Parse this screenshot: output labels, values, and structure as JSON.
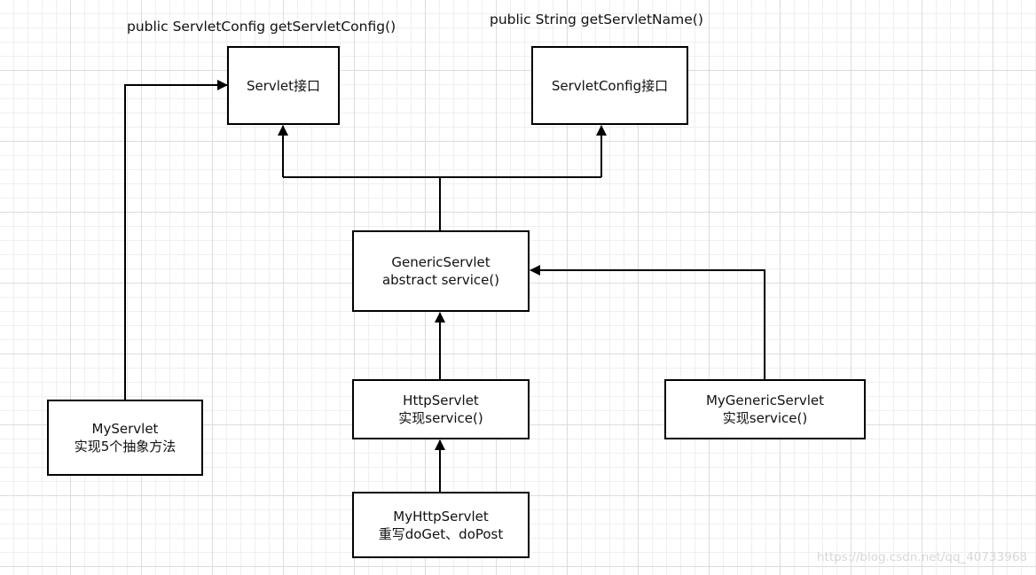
{
  "diagram": {
    "signatures": {
      "servlet": "public ServletConfig getServletConfig()",
      "servletconfig": "public String getServletName()"
    },
    "nodes": {
      "servlet": {
        "line1": "Servlet接口"
      },
      "servletconfig": {
        "line1": "ServletConfig接口"
      },
      "genericservlet": {
        "line1": "GenericServlet",
        "line2": "abstract service()"
      },
      "httpservlet": {
        "line1": "HttpServlet",
        "line2": "实现service()"
      },
      "mygenericservlet": {
        "line1": "MyGenericServlet",
        "line2": "实现service()"
      },
      "myservlet": {
        "line1": "MyServlet",
        "line2": "实现5个抽象方法"
      },
      "myhttpservlet": {
        "line1": "MyHttpServlet",
        "line2": "重写doGet、doPost"
      }
    },
    "edges": [
      {
        "from": "genericservlet",
        "to": "servlet"
      },
      {
        "from": "genericservlet",
        "to": "servletconfig"
      },
      {
        "from": "myservlet",
        "to": "servlet"
      },
      {
        "from": "httpservlet",
        "to": "genericservlet"
      },
      {
        "from": "mygenericservlet",
        "to": "genericservlet"
      },
      {
        "from": "myhttpservlet",
        "to": "httpservlet"
      }
    ]
  },
  "watermark": "https://blog.csdn.net/qq_40733968",
  "colors": {
    "line": "#000000",
    "grid_major": "#dcdcdc",
    "grid_minor": "#efefef",
    "watermark": "#d7d7d7"
  }
}
